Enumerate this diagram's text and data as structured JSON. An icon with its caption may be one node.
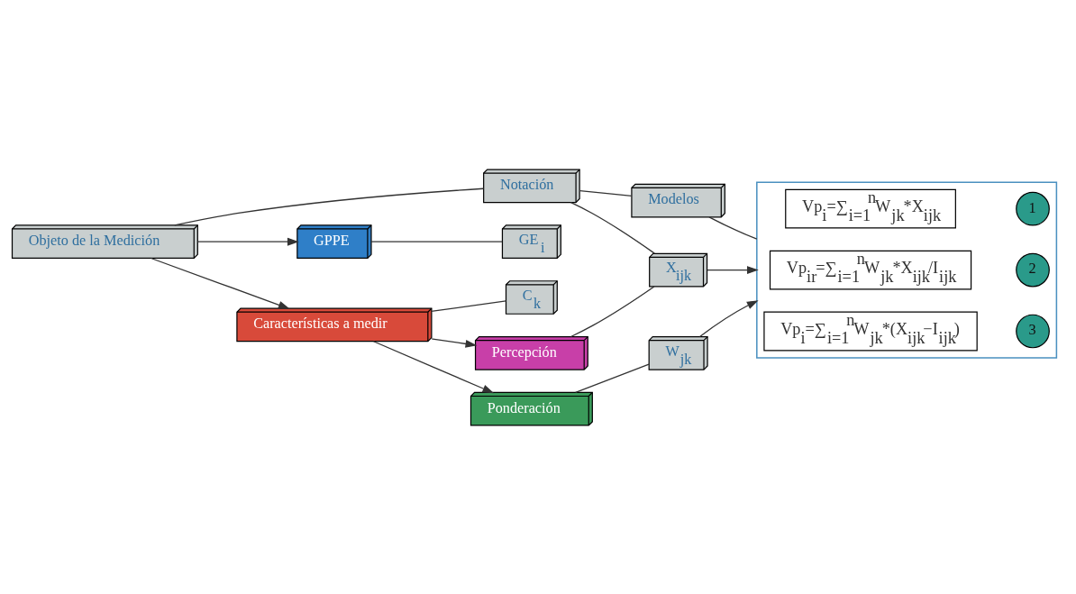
{
  "diagram": {
    "nodes": [
      {
        "text": [
          "Objeto de la Medición"
        ]
      },
      {
        "text": [
          "Notación"
        ]
      },
      {
        "text": [
          "Modelos"
        ]
      },
      {
        "text": [
          "GPPE"
        ]
      },
      {
        "text": [
          "GE$_{i}$"
        ]
      },
      {
        "text": [
          "Características a medir"
        ]
      },
      {
        "text": [
          "C$_{k}$"
        ]
      },
      {
        "text": [
          "Ponderación"
        ]
      },
      {
        "text": [
          "W$_{jk}$"
        ]
      },
      {
        "text": [
          "Percepción"
        ]
      },
      {
        "text": [
          "X$_{ijk}$"
        ]
      },
      {
        "text": [],
        "shape": "box"
      },
      {
        "text": [
          "Vp$_{i}$=∑$_{i=1}$$^{n}$W$_{jk}$*X$_{ijk}$"
        ],
        "in": 11
      },
      {
        "text": [
          "1"
        ],
        "in": 11
      },
      {
        "text": [
          "Vp$_{ir}$=∑$_{i=1}$$^{n}$W$_{jk}$*X$_{ijk}$/I$_{ijk}$"
        ],
        "in": 11
      },
      {
        "text": [
          "2"
        ],
        "in": 11
      },
      {
        "text": [
          "Vp$_{i}$=∑$_{i=1}$$^{n}$W$_{jk}$*(X$_{ijk}$−I$_{ijk}$)"
        ],
        "in": 11
      },
      {
        "text": [
          "3"
        ],
        "in": 11
      }
    ],
    "edges": [
      {
        "from": 0,
        "to": 1,
        "arrow": "none"
      },
      {
        "from": 1,
        "to": 2,
        "arrow": "none"
      },
      {
        "from": 0,
        "to": 3,
        "arrow": "to"
      },
      {
        "from": 0,
        "to": 5,
        "arrow": "to"
      },
      {
        "from": 5,
        "to": 7,
        "arrow": "to"
      },
      {
        "from": 5,
        "to": 9,
        "arrow": "to"
      },
      {
        "from": 3,
        "to": 4,
        "arrow": "none"
      },
      {
        "from": 5,
        "to": 6,
        "arrow": "none"
      },
      {
        "from": 7,
        "to": 8,
        "arrow": "none"
      },
      {
        "from": 9,
        "to": 10,
        "arrow": "none"
      },
      {
        "from": 1,
        "to": 10,
        "arrow": "none"
      },
      {
        "from": 2,
        "to": 11,
        "arrow": "none"
      },
      {
        "from": 8,
        "to": 11,
        "arrow": "to"
      },
      {
        "from": 10,
        "to": 11,
        "arrow": "to"
      }
    ]
  }
}
